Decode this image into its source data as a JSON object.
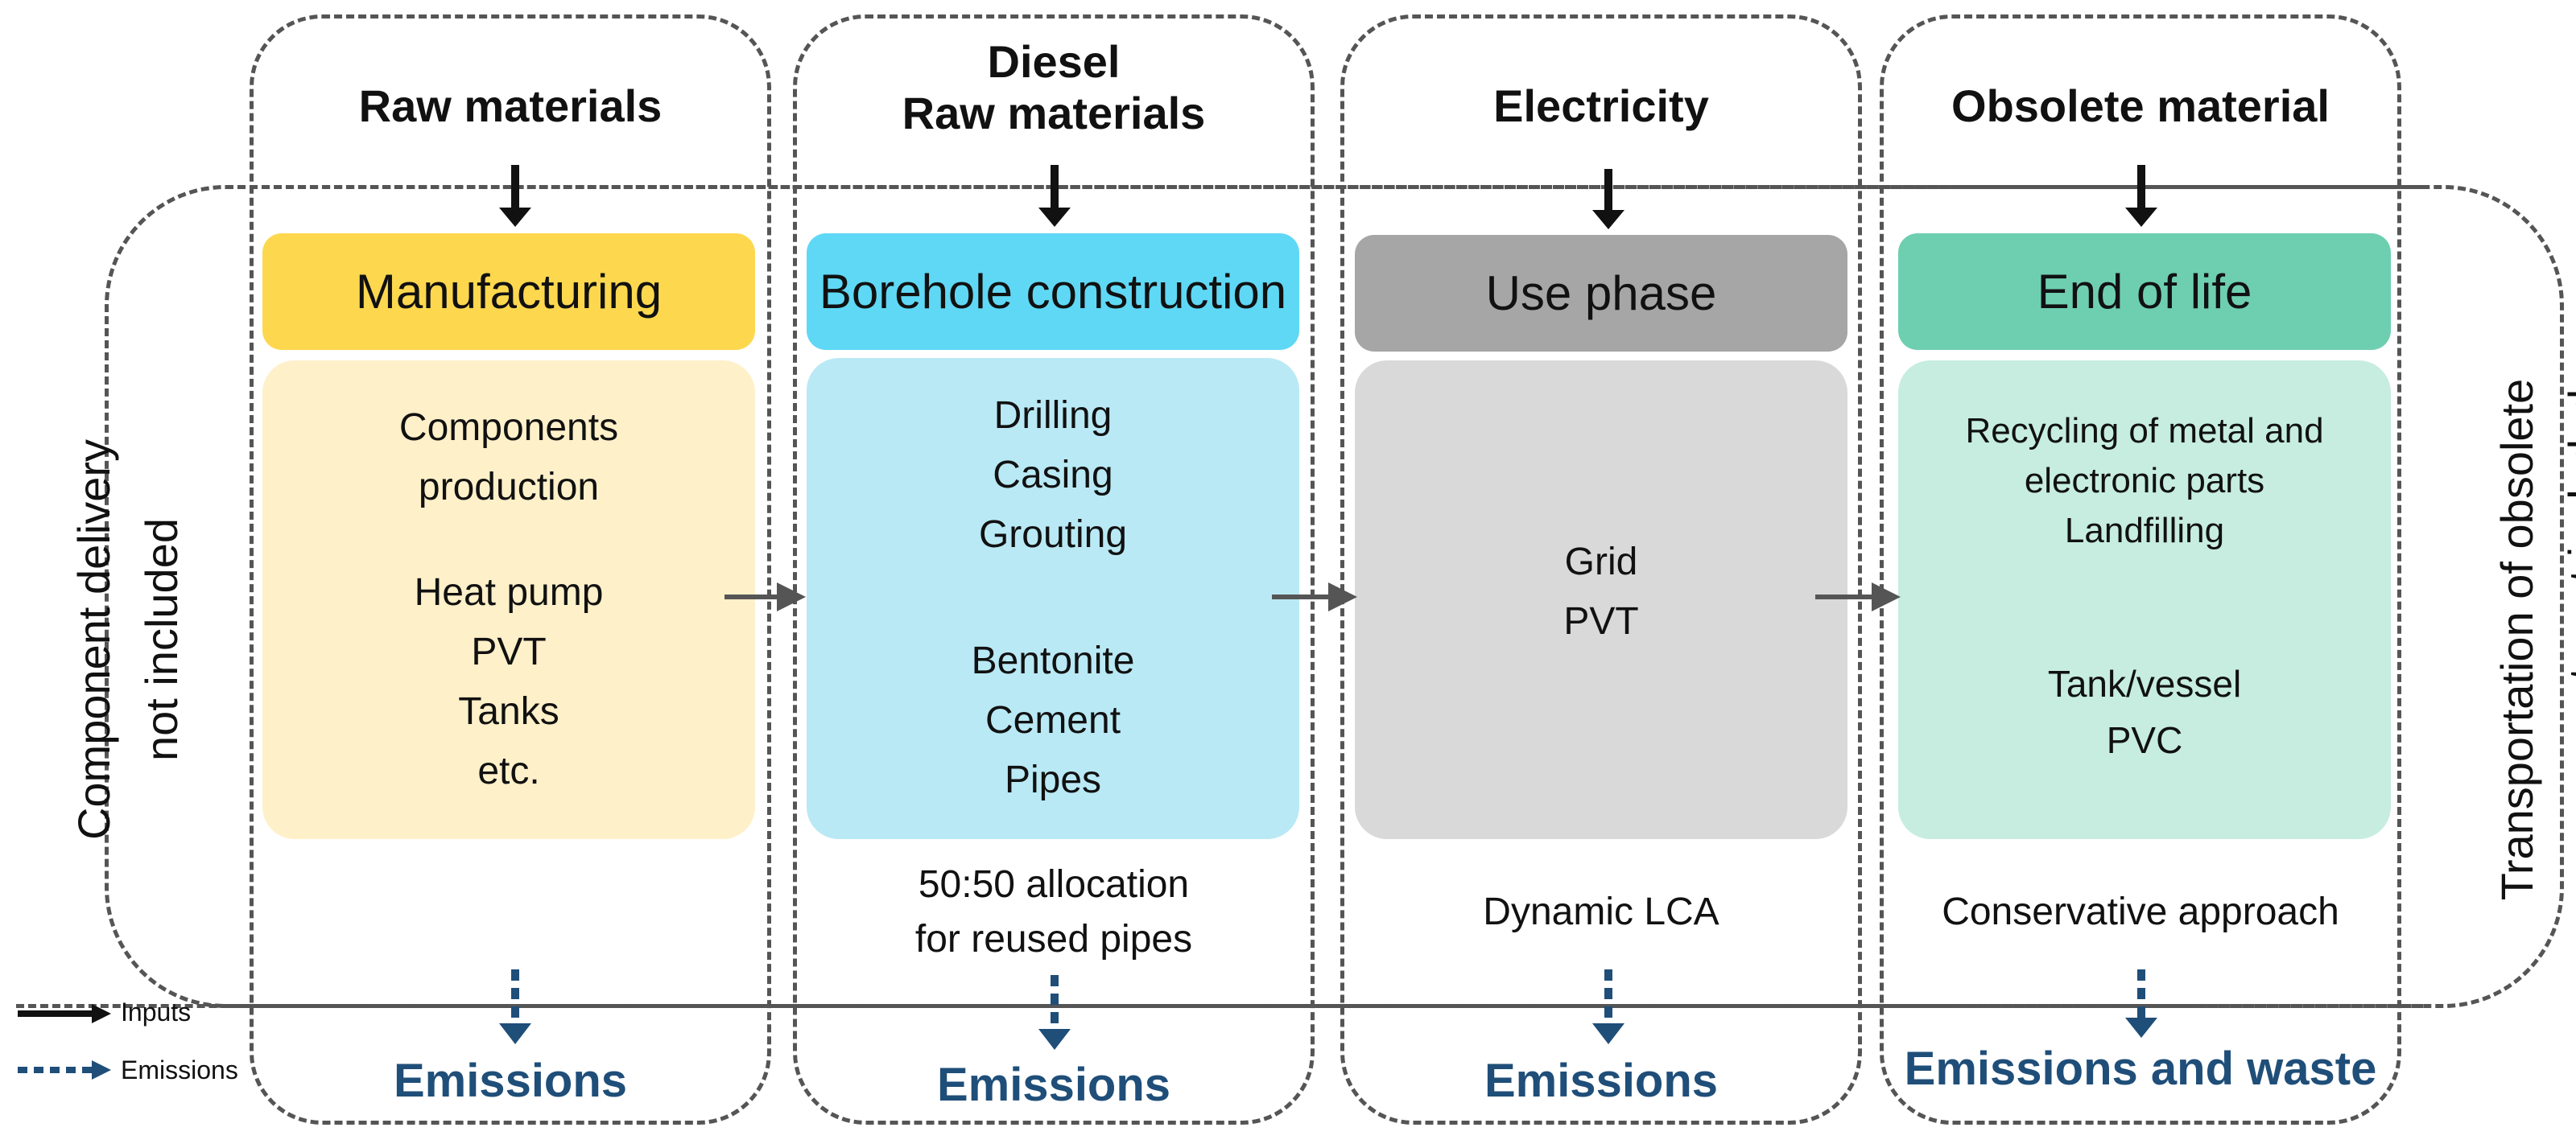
{
  "stages": [
    {
      "input": "Raw materials",
      "header": "Manufacturing",
      "header_color": "#FDD84E",
      "body_color": "#FEF0C9",
      "items_top": [
        "Components",
        "production"
      ],
      "items_bottom": [
        "Heat pump",
        "PVT",
        "Tanks",
        "etc."
      ],
      "note": [],
      "output": "Emissions"
    },
    {
      "input_lines": [
        "Diesel",
        "Raw materials"
      ],
      "header": "Borehole construction",
      "header_color": "#5FD8F5",
      "body_color": "#B9E9F5",
      "items_top": [
        "Drilling",
        "Casing",
        "Grouting"
      ],
      "items_bottom": [
        "Bentonite",
        "Cement",
        "Pipes"
      ],
      "note": [
        "50:50 allocation",
        "for reused pipes"
      ],
      "output": "Emissions"
    },
    {
      "input": "Electricity",
      "header": "Use phase",
      "header_color": "#A6A6A6",
      "body_color": "#D9D9D9",
      "items_top": [
        "Grid",
        "PVT"
      ],
      "items_bottom": [],
      "note": [
        "Dynamic LCA"
      ],
      "output": "Emissions"
    },
    {
      "input": "Obsolete material",
      "header": "End of life",
      "header_color": "#6ECFB0",
      "body_color": "#C6EDE0",
      "items_top": [
        "Recycling of metal and",
        "electronic parts",
        "Landfilling"
      ],
      "items_bottom": [
        "Tank/vessel",
        "PVC"
      ],
      "note": [
        "Conservative approach"
      ],
      "output": "Emissions and waste"
    }
  ],
  "left_side_note": [
    "Component delivery",
    "not included"
  ],
  "right_side_note": [
    "Transportation of obsolete",
    "components not included"
  ],
  "legend": {
    "inputs": "Inputs",
    "emissions": "Emissions"
  },
  "colors": {
    "emission": "#1F4E79",
    "dash": "#555555",
    "arrow": "#555555"
  }
}
